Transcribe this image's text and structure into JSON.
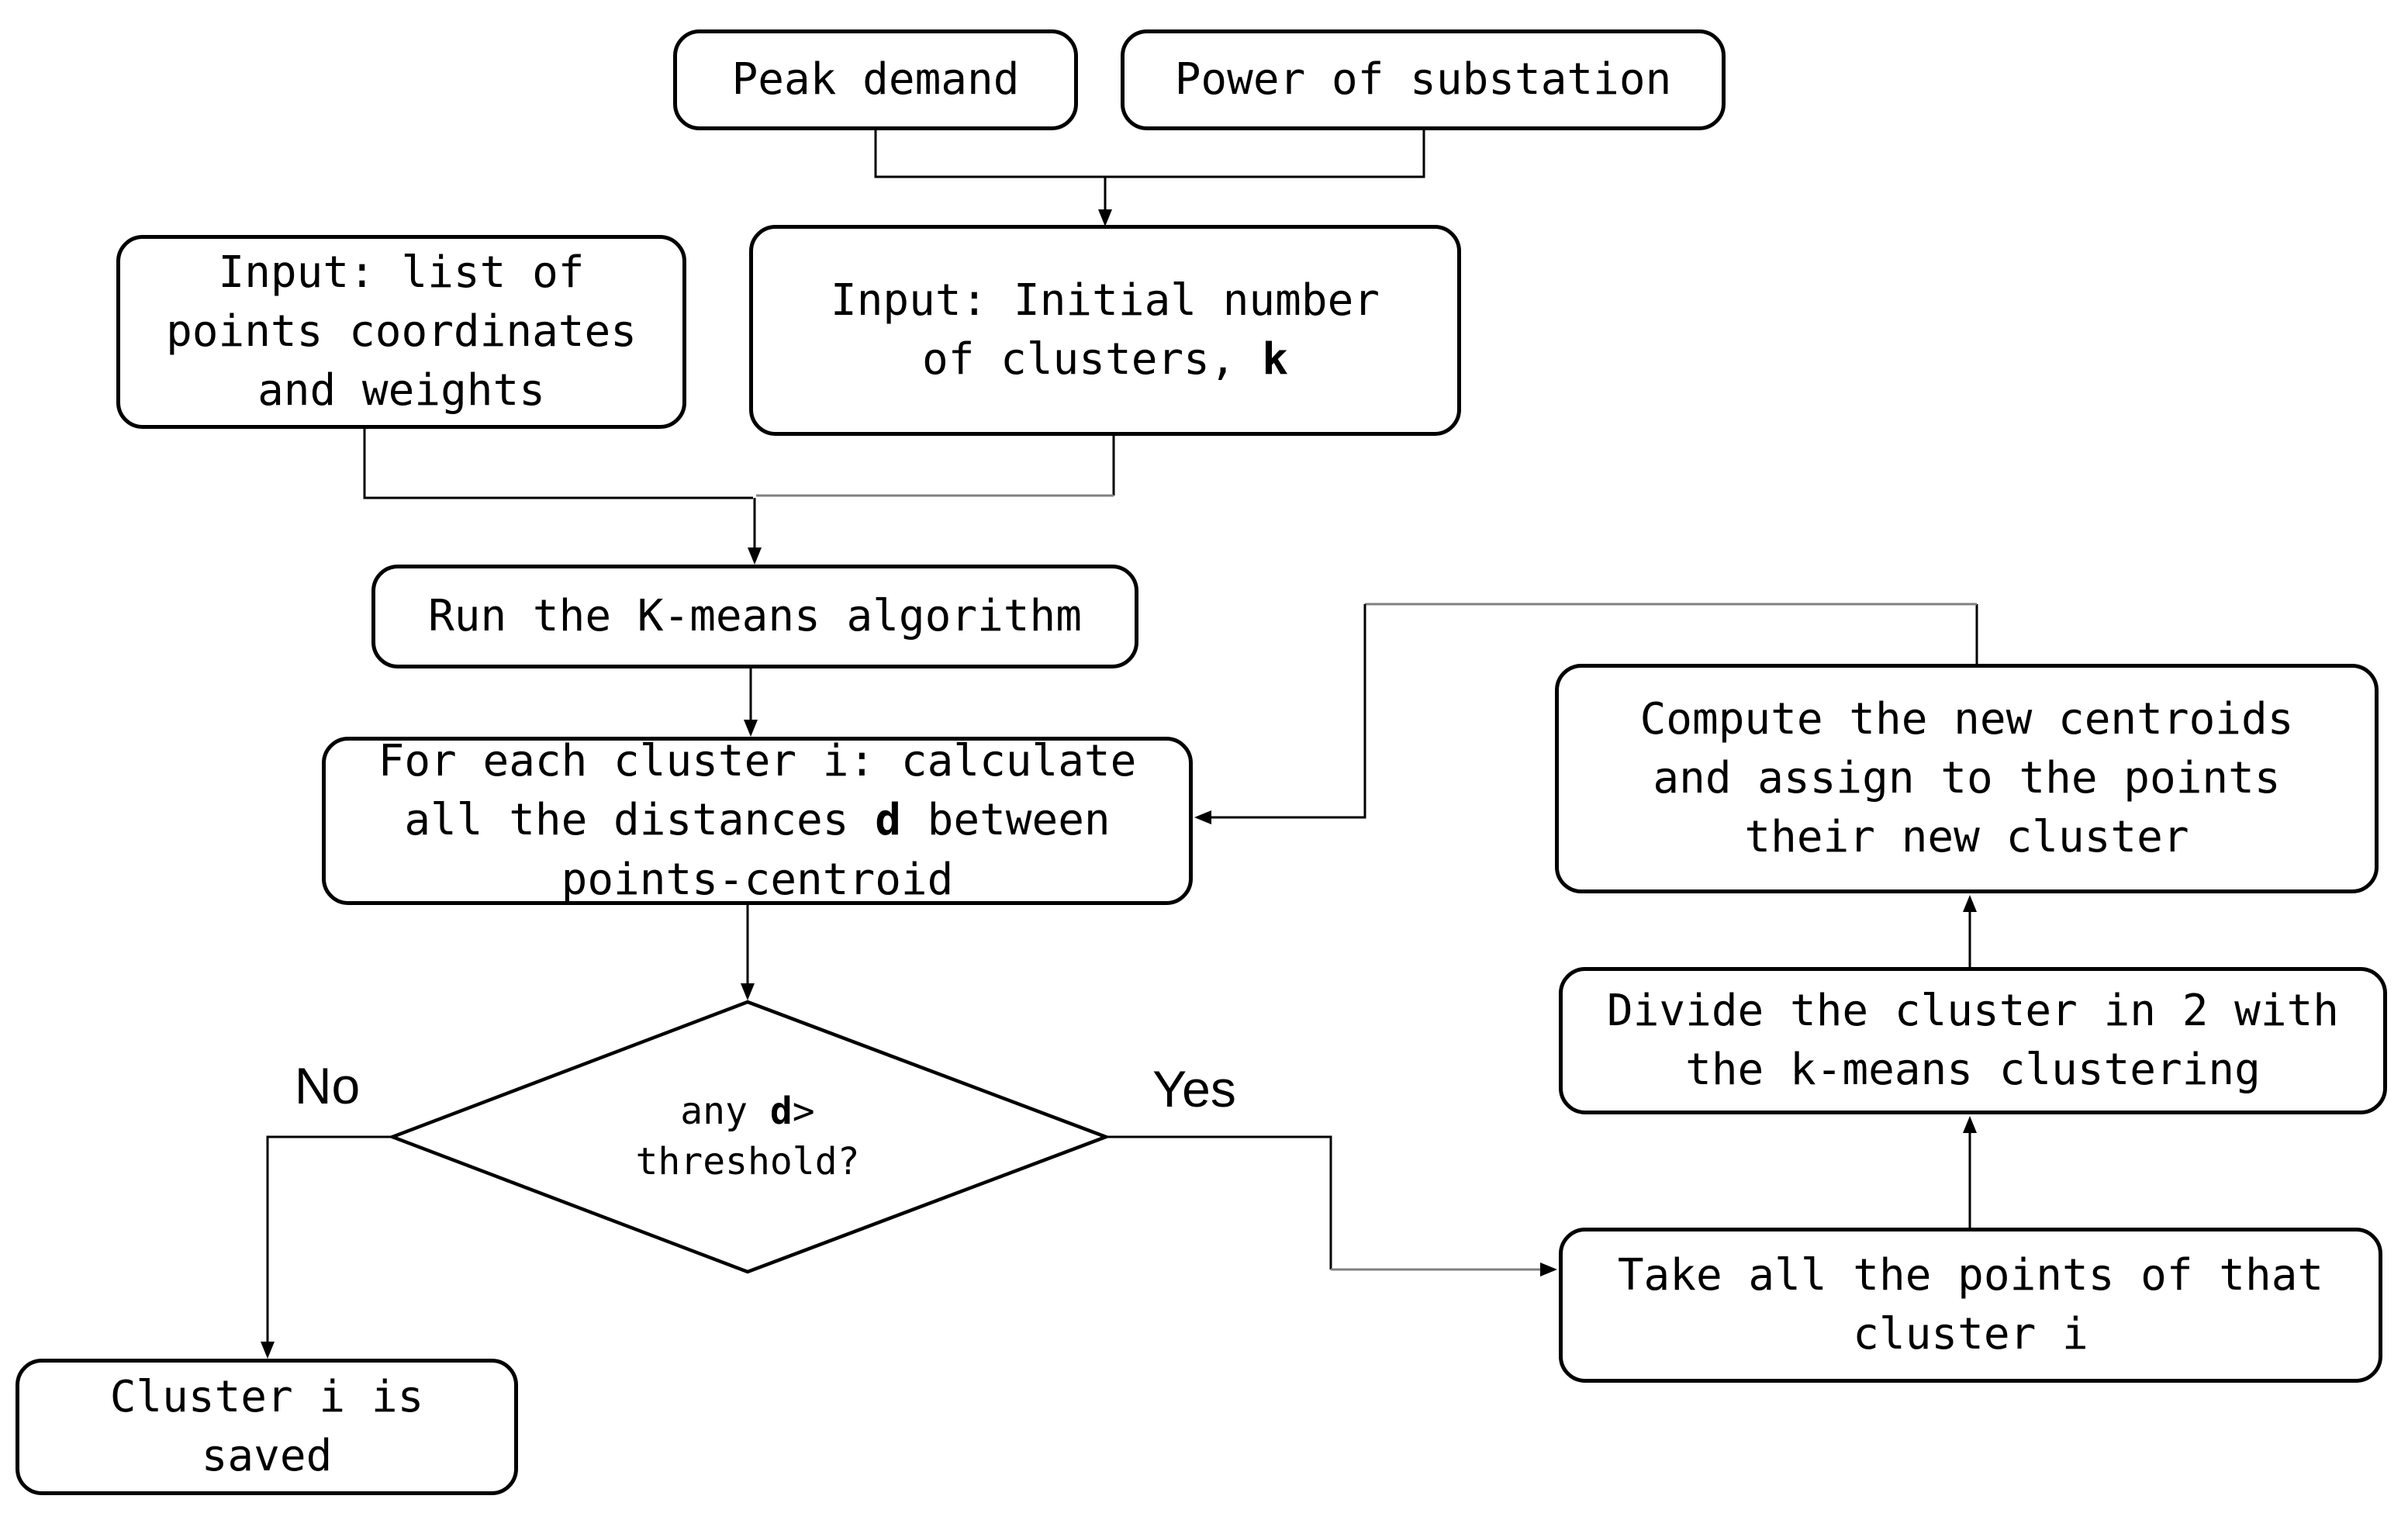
{
  "diagram": {
    "title": "Clustering flowchart",
    "background_color": "#ffffff",
    "stroke_color": "#000000",
    "secondary_stroke_color": "#808080",
    "nodes": {
      "peak_demand": {
        "label": "Peak demand"
      },
      "power_substation": {
        "label": "Power of substation"
      },
      "input_points": {
        "label": "Input: list of\npoints coordinates\nand weights"
      },
      "input_clusters": {
        "label": "Input: Initial number\nof clusters, **k**"
      },
      "run_kmeans": {
        "label": "Run the K-means algorithm"
      },
      "calc_distances": {
        "label": "For each cluster i: calculate\nall the distances **d** between\npoints-centroid"
      },
      "threshold_decision": {
        "label": "any **d**>\nthreshold?"
      },
      "cluster_saved": {
        "label": "Cluster i is\nsaved"
      },
      "take_points": {
        "label": "Take all the points of that\ncluster i"
      },
      "divide_cluster": {
        "label": "Divide the cluster in 2 with\nthe k-means clustering"
      },
      "compute_centroids": {
        "label": "Compute the new centroids\nand assign to the points\ntheir new cluster"
      }
    },
    "edge_labels": {
      "no": "No",
      "yes": "Yes"
    }
  }
}
